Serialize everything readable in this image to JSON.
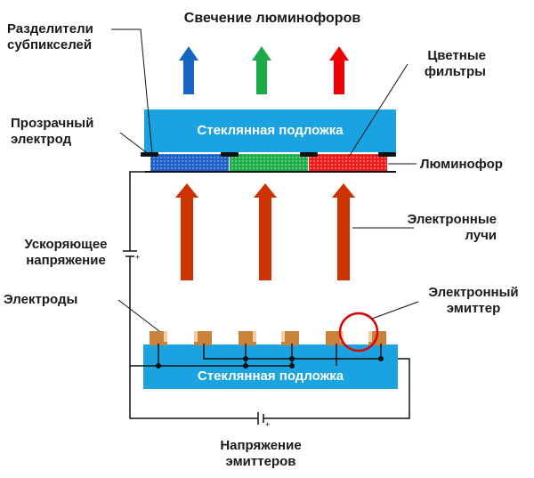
{
  "labels": {
    "top_title": "Свечение люминофоров",
    "subpixel_separators": [
      "Разделители",
      "субпикселей"
    ],
    "color_filters": [
      "Цветные",
      "фильтры"
    ],
    "transparent_electrode": [
      "Прозрачный",
      "электрод"
    ],
    "phosphor": "Люминофор",
    "accelerating_voltage": [
      "Ускоряющее",
      "напряжение"
    ],
    "electron_beams": [
      "Электронные",
      "лучи"
    ],
    "electrodes": "Электроды",
    "electron_emitter": [
      "Электронный",
      "эмиттер"
    ],
    "emitter_voltage": [
      "Напряжение",
      "эмиттеров"
    ],
    "glass_substrate_top": "Стеклянная подложка",
    "glass_substrate_bottom": "Стеклянная подложка"
  },
  "colors": {
    "glass": "#1aa3e0",
    "arrow_blue": "#1565c0",
    "arrow_green": "#1eaa4b",
    "arrow_red": "#f00000",
    "beam": "#cc3300",
    "phosphor_blue": "#1f5fc8",
    "phosphor_green": "#1fae4a",
    "phosphor_red": "#ec1c1c",
    "electrode": "#c8823a",
    "emitter_circle": "#e00000"
  }
}
